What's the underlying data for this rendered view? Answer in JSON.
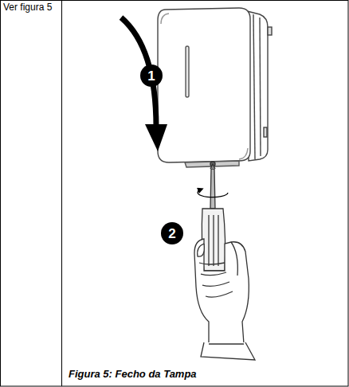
{
  "diagram": {
    "caption": "Figura 5: Fecho da Tampa",
    "labels": [
      "Ver figura 5",
      "1",
      "2"
    ]
  }
}
